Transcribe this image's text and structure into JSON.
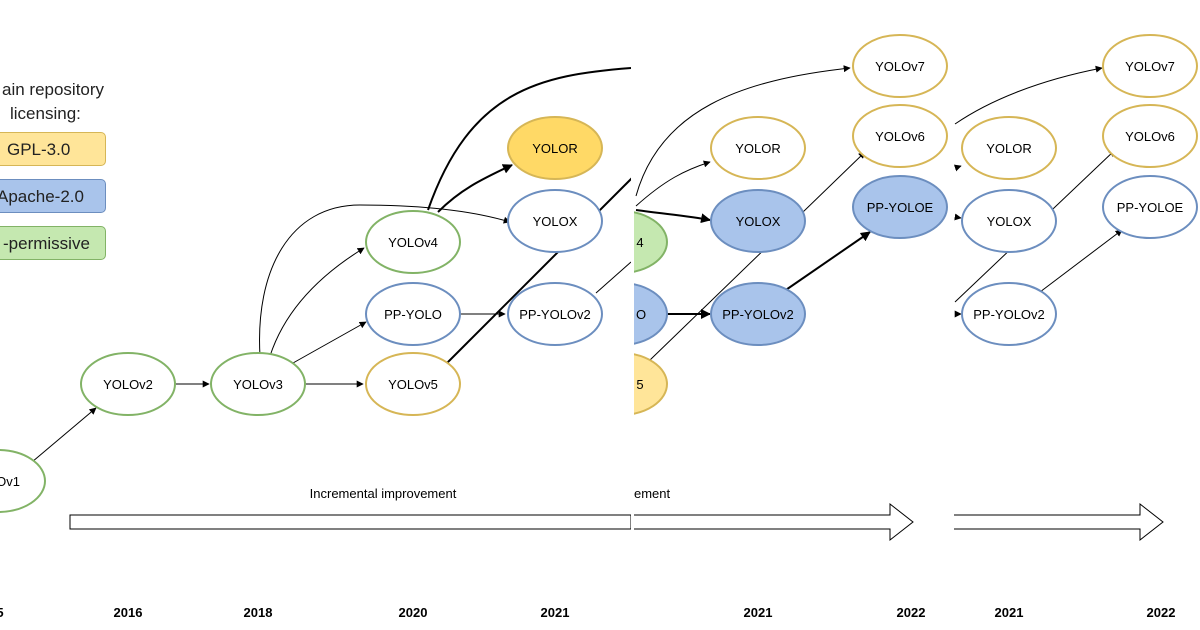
{
  "legend": {
    "title_line1": "ain repository",
    "title_line2": "licensing:",
    "items": [
      {
        "label": "GPL-3.0",
        "fill": "#FFE599",
        "stroke": "#D6B656"
      },
      {
        "label": "Apache-2.0",
        "fill": "#A9C4EB",
        "stroke": "#6C8EBF"
      },
      {
        "label": "-permissive",
        "fill": "#C5E8B0",
        "stroke": "#82B366"
      }
    ]
  },
  "nodes": {
    "yolov1": "Ov1",
    "yolov2": "YOLOv2",
    "yolov3": "YOLOv3",
    "yolov4": "YOLOv4",
    "pp_yolo": "PP-YOLO",
    "yolov5": "YOLOv5",
    "yolor": "YOLOR",
    "yolox": "YOLOX",
    "pp_yolov2": "PP-YOLOv2",
    "p2_yolov4_partial": "4",
    "p2_ppyolo_partial": "O",
    "p2_yolov5_partial": "5",
    "p2_yolov7": "YOLOv7",
    "p2_yolor": "YOLOR",
    "p2_yolov6": "YOLOv6",
    "p2_yolox": "YOLOX",
    "p2_pp_yoloe": "PP-YOLOE",
    "p2_pp_yolov2": "PP-YOLOv2",
    "p3_yolov7": "YOLOv7",
    "p3_yolor": "YOLOR",
    "p3_yolov6": "YOLOv6",
    "p3_yolox": "YOLOX",
    "p3_pp_yoloe": "PP-YOLOE",
    "p3_pp_yolov2": "PP-YOLOv2"
  },
  "arrows": {
    "label_1": "Incremental improvement",
    "label_2": "ement"
  },
  "years": {
    "y_partial": "5",
    "y2016": "2016",
    "y2018": "2018",
    "y2020": "2020",
    "y2021_a": "2021",
    "y2021_b": "2021",
    "y2022_a": "2022",
    "y2021_c": "2021",
    "y2022_b": "2022"
  },
  "colors": {
    "gpl": "#D6B656",
    "apache": "#6C8EBF",
    "permissive": "#82B366",
    "gpl_fill": "#FFE599",
    "apache_fill": "#A9C4EB",
    "permissive_fill": "#C5E8B0"
  }
}
